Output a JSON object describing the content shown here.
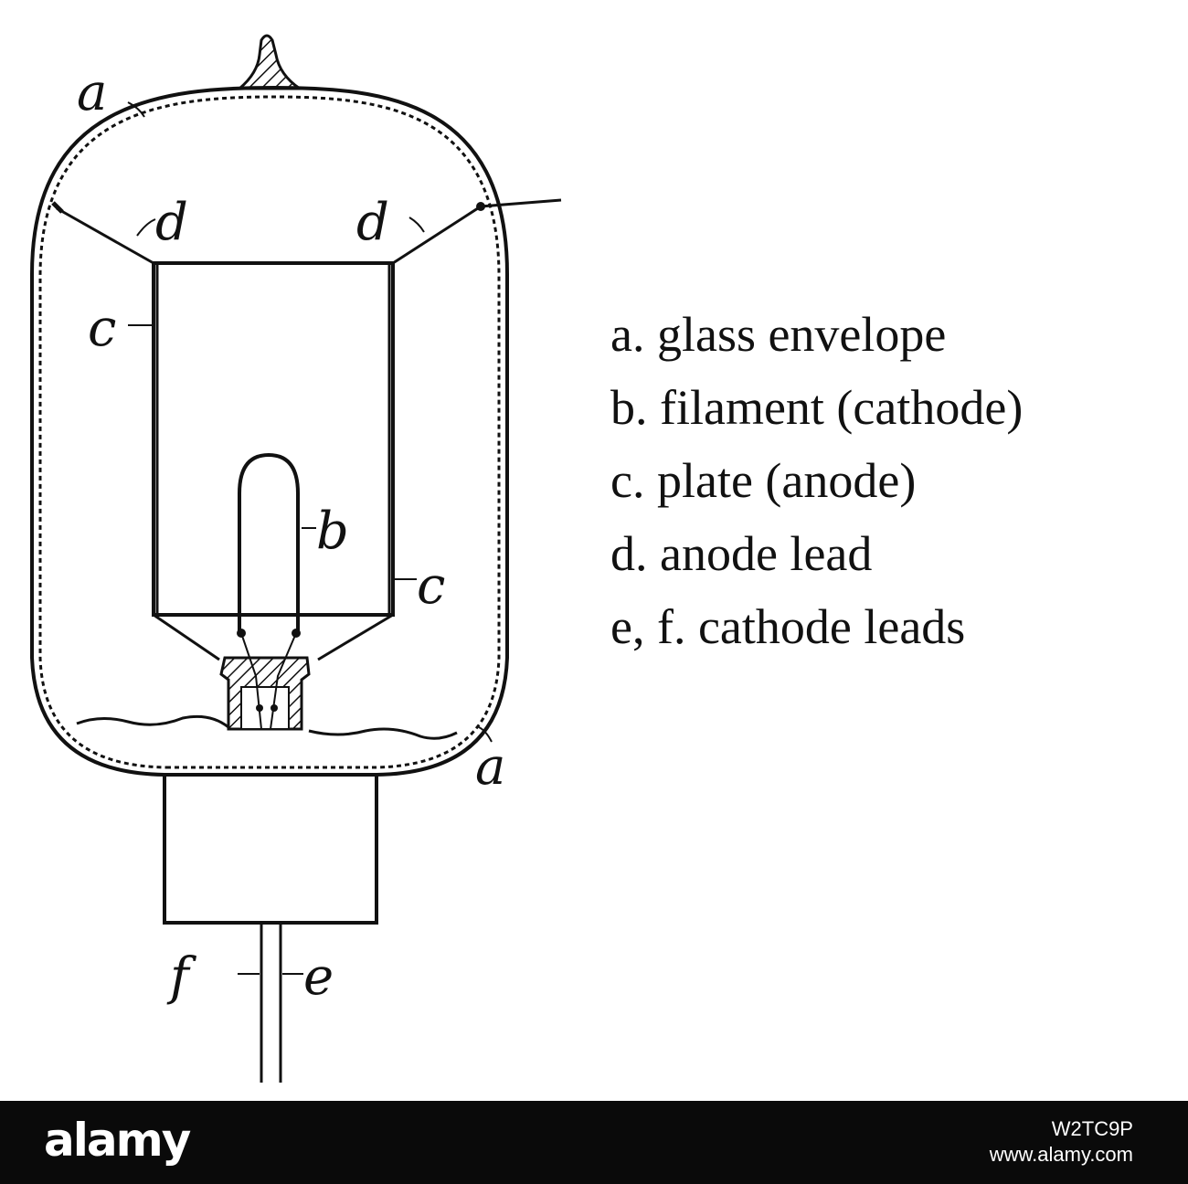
{
  "diagram": {
    "part_labels": {
      "a_top": "a",
      "a_bottom": "a",
      "b": "b",
      "c_left": "c",
      "c_right": "c",
      "d_left": "d",
      "d_right": "d",
      "e": "e",
      "f": "f"
    }
  },
  "legend": {
    "items": [
      "a. glass envelope",
      "b. filament (cathode)",
      "c. plate (anode)",
      "d. anode lead",
      "e, f. cathode leads"
    ]
  },
  "footer": {
    "logo_text": "alamy",
    "image_id": "W2TC9P",
    "url": "www.alamy.com"
  },
  "colors": {
    "ink": "#111111",
    "background": "#ffffff",
    "footer_bar": "#0a0a0a",
    "footer_text": "#ffffff"
  }
}
